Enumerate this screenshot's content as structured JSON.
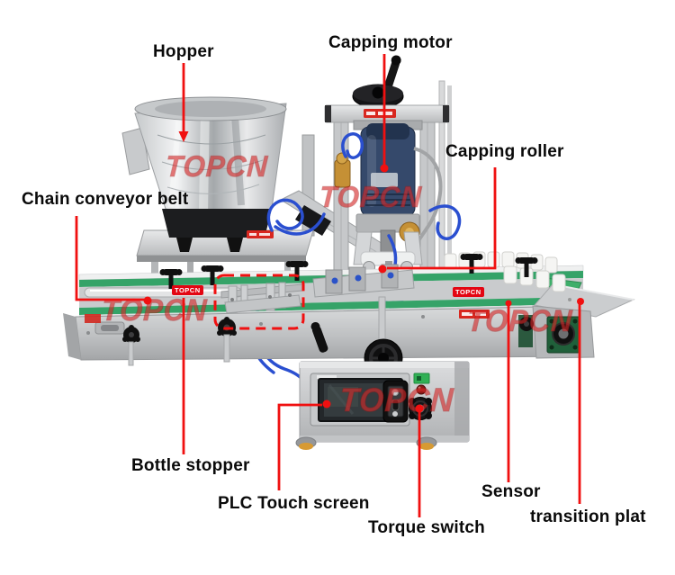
{
  "page": {
    "background": "#ffffff"
  },
  "labels": {
    "hopper": "Hopper",
    "capping_motor": "Capping motor",
    "capping_roller": "Capping roller",
    "chain_conveyor_belt": "Chain conveyor belt",
    "bottle_stopper": "Bottle stopper",
    "plc_touch_screen": "PLC Touch screen",
    "torque_switch": "Torque switch",
    "sensor": "Sensor",
    "transition_plat": "transition plat"
  },
  "watermark": {
    "text": "TOPCN",
    "badge_text": "TOPCN"
  },
  "colors": {
    "callout_red": "#f01010",
    "watermark_red": "#d62828",
    "badge_red": "#e30613",
    "belt_green": "#35a368",
    "motor_blue": "#35496b",
    "brass_gold": "#c59035",
    "tube_blue": "#2a4fd0",
    "label_text": "#0a0a0a"
  }
}
